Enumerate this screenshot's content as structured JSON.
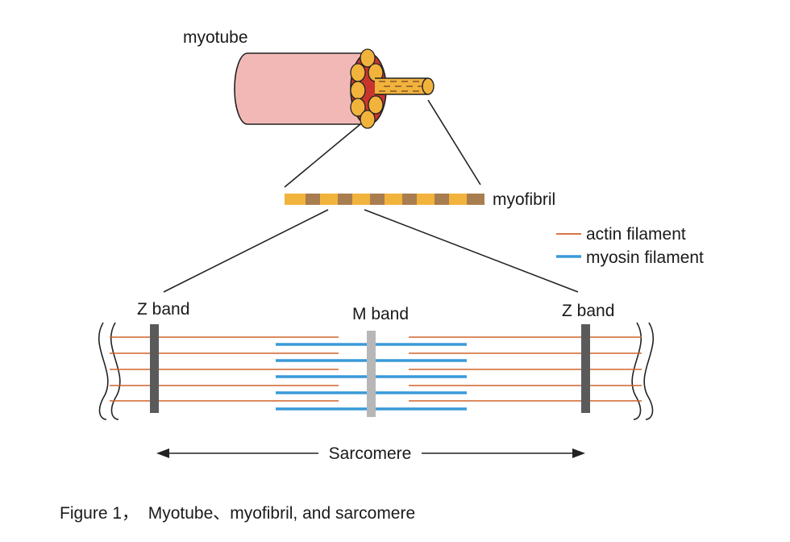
{
  "labels": {
    "myotube": "myotube",
    "myofibril": "myofibril",
    "z_band_left": "Z band",
    "m_band": "M band",
    "z_band_right": "Z band",
    "sarcomere": "Sarcomere"
  },
  "legend": {
    "actin": "actin filament",
    "myosin": "myosin filament"
  },
  "caption": "Figure 1，  Myotube、myofibril, and sarcomere",
  "colors": {
    "myotube_fill": "#f2b8b6",
    "myotube_core": "#c8352c",
    "fibril_orange": "#f2b33d",
    "fibril_dark": "#a87d4f",
    "actin": "#d0632a",
    "myosin": "#3a9ad9",
    "z_band": "#5a5a5a",
    "m_band": "#b7b7b7"
  }
}
